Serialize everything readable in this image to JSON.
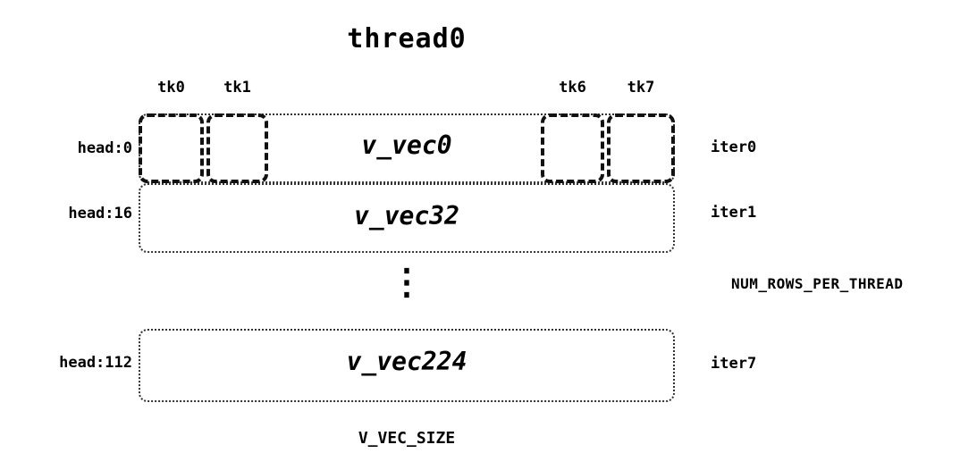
{
  "diagram": {
    "title": "thread0",
    "tk_labels": {
      "tk0": "tk0",
      "tk1": "tk1",
      "tk6": "tk6",
      "tk7": "tk7"
    },
    "rows": [
      {
        "head": "head:0",
        "vec": "v_vec0",
        "iter": "iter0"
      },
      {
        "head": "head:16",
        "vec": "v_vec32",
        "iter": "iter1"
      },
      {
        "head": "head:112",
        "vec": "v_vec224",
        "iter": "iter7"
      }
    ],
    "ellipsis": "⋮",
    "side_label": "NUM_ROWS_PER_THREAD",
    "bottom_label": "V_VEC_SIZE"
  }
}
